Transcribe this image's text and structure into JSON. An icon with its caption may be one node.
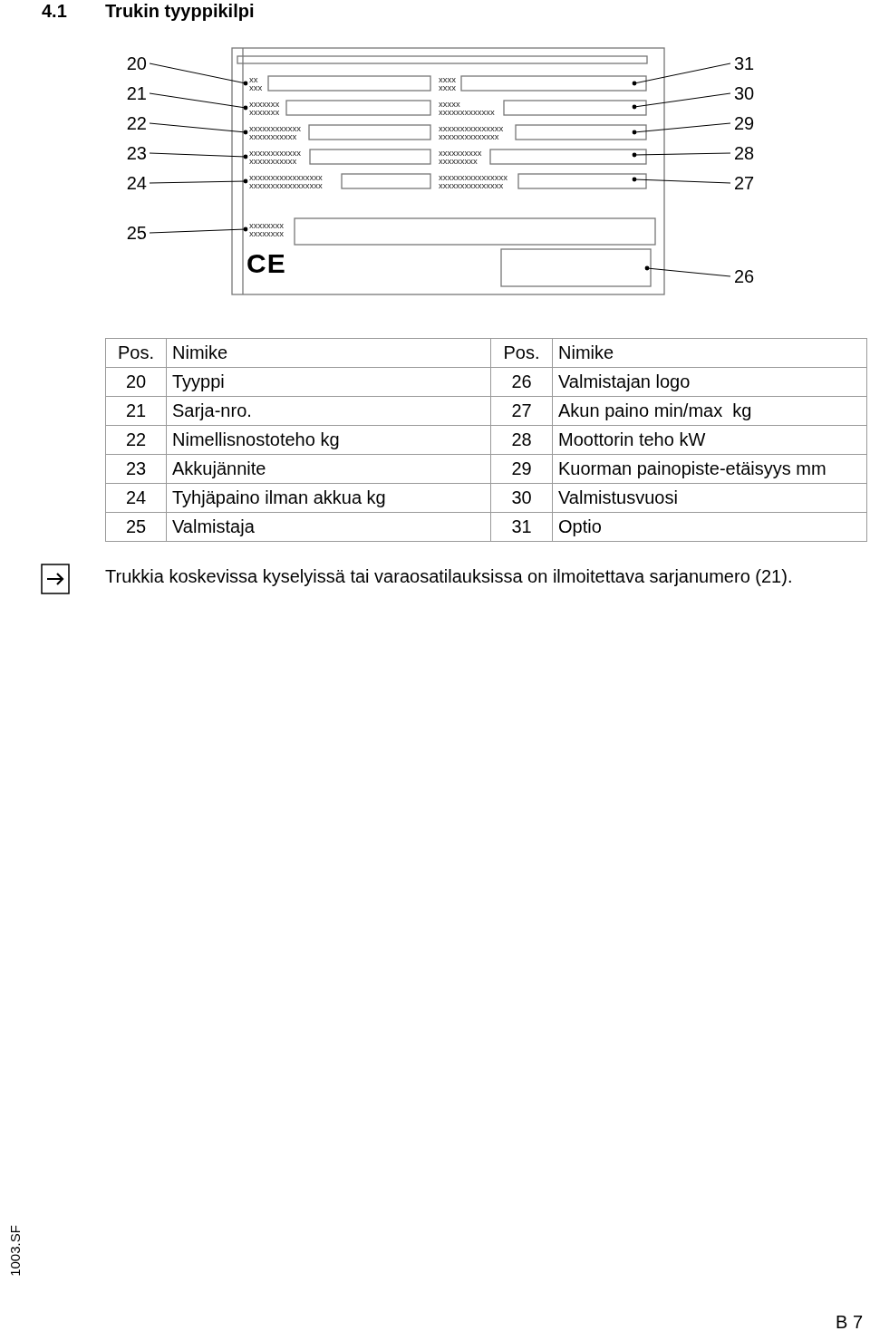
{
  "diagram": {
    "title": "Trukin tyyppikilpi",
    "nodes": [
      {
        "text": [
          "20"
        ]
      },
      {
        "text": [
          "21"
        ]
      },
      {
        "text": [
          "22"
        ]
      },
      {
        "text": [
          "23"
        ]
      },
      {
        "text": [
          "24"
        ]
      },
      {
        "text": [
          "25"
        ]
      },
      {
        "text": [
          "31"
        ]
      },
      {
        "text": [
          "30"
        ]
      },
      {
        "text": [
          "29"
        ]
      },
      {
        "text": [
          "28"
        ]
      },
      {
        "text": [
          "27"
        ]
      },
      {
        "text": [
          "26"
        ]
      },
      {
        "text": [
          "xx xxx"
        ]
      },
      {
        "text": [
          "xxxxxxx xxxxxxx"
        ]
      },
      {
        "text": [
          "xxxxxxxxxxxx xxxxxxxxxxx"
        ]
      },
      {
        "text": [
          "xxxxxxxxxxxx xxxxxxxxxxx"
        ]
      },
      {
        "text": [
          "xxxxxxxxxxxxxxxxx xxxxxxxxxxxxxxxxx"
        ]
      },
      {
        "text": [
          "xxxxxxxx xxxxxxxx"
        ]
      }
    ],
    "edges": [
      {
        "from": 0,
        "to": 12,
        "arrow": "other"
      },
      {
        "from": 1,
        "to": 13,
        "arrow": "other"
      },
      {
        "from": 2,
        "to": 14,
        "arrow": "other"
      },
      {
        "from": 3,
        "to": 15,
        "arrow": "other"
      },
      {
        "from": 4,
        "to": 16,
        "arrow": "other"
      },
      {
        "from": 5,
        "to": 17,
        "arrow": "other"
      },
      {
        "from": 6,
        "to": null,
        "arrow": "other"
      },
      {
        "from": 7,
        "to": null,
        "arrow": "other"
      },
      {
        "from": 8,
        "to": null,
        "arrow": "other"
      },
      {
        "from": 9,
        "to": null,
        "arrow": "other"
      },
      {
        "from": 10,
        "to": null,
        "arrow": "other"
      },
      {
        "from": 11,
        "to": null,
        "arrow": "other"
      }
    ],
    "labels": [
      "4.1",
      "xxxx xxxx",
      "xxxxx xxxxxxxxxxxxx",
      "xxxxxxxxxxxxxxx xxxxxxxxxxxxxx",
      "xxxxxxxxxx xxxxxxxxx",
      "xxxxxxxxxxxxxxxx xxxxxxxxxxxxxxx",
      "CE",
      "Pos.",
      "Nimike",
      "Pos.",
      "Nimike",
      "20",
      "Tyyppi",
      "26",
      "Valmistajan logo",
      "21",
      "Sarja-nro.",
      "27",
      "Akun paino min/max  kg",
      "22",
      "Nimellisnostoteho kg",
      "28",
      "Moottorin teho kW",
      "23",
      "Akkujännite",
      "29",
      "Kuorman painopiste-etäisyys mm",
      "24",
      "Tyhjäpaino ilman akkua kg",
      "30",
      "Valmistusvuosi",
      "25",
      "Valmistaja",
      "31",
      "Optio",
      "Trukkia koskevissa kyselyissä tai varaosatilauksissa on ilmoitettava sarjanumero (21).",
      "1003.SF",
      "B 7"
    ]
  }
}
